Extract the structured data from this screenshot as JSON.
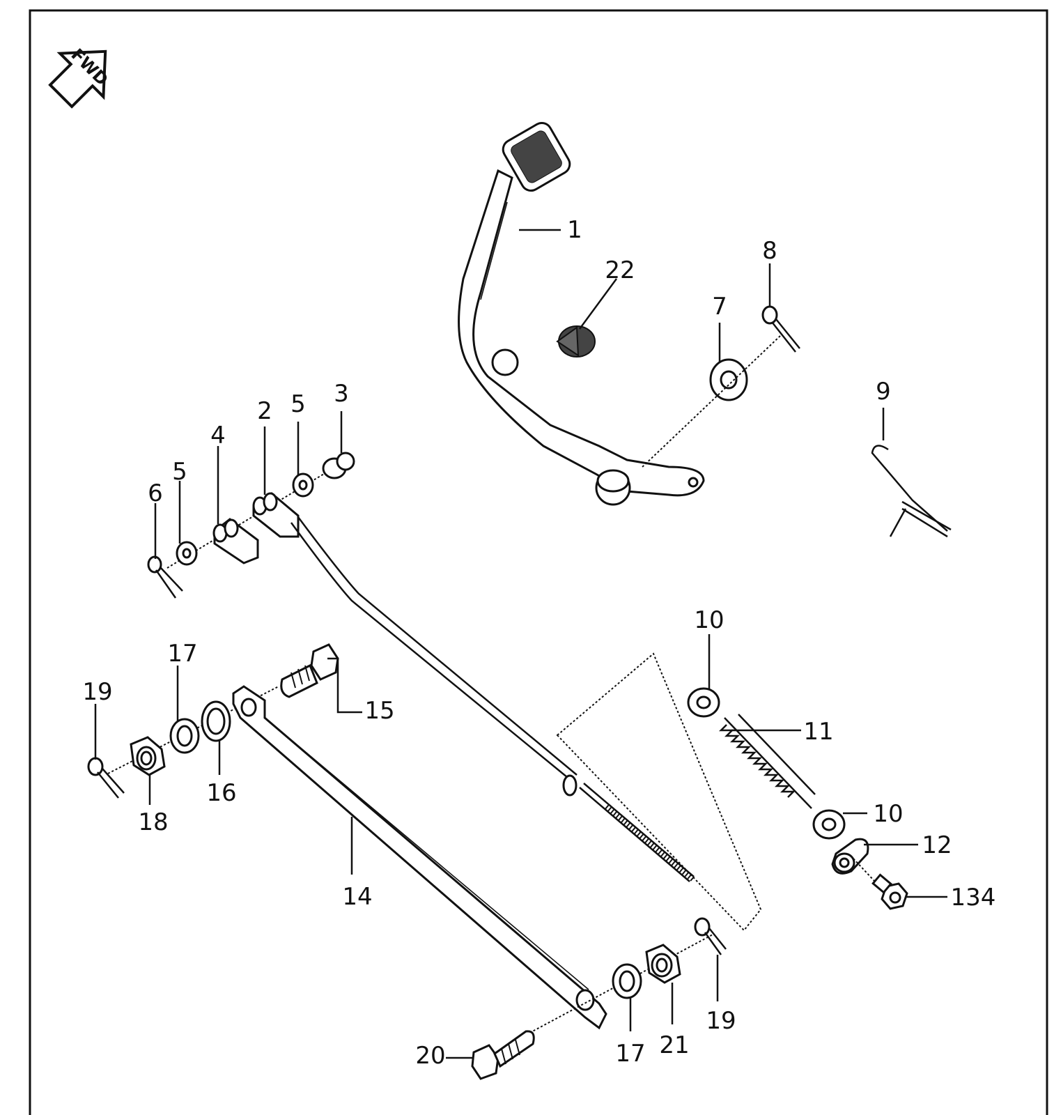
{
  "fwd_label": "FWD",
  "callouts": [
    {
      "id": "c1",
      "text": "1"
    },
    {
      "id": "c22",
      "text": "22"
    },
    {
      "id": "c8",
      "text": "8"
    },
    {
      "id": "c7",
      "text": "7"
    },
    {
      "id": "c9",
      "text": "9"
    },
    {
      "id": "c3",
      "text": "3"
    },
    {
      "id": "c5a",
      "text": "5"
    },
    {
      "id": "c2",
      "text": "2"
    },
    {
      "id": "c4",
      "text": "4"
    },
    {
      "id": "c5b",
      "text": "5"
    },
    {
      "id": "c6",
      "text": "6"
    },
    {
      "id": "c10a",
      "text": "10"
    },
    {
      "id": "c11",
      "text": "11"
    },
    {
      "id": "c10b",
      "text": "10"
    },
    {
      "id": "c12",
      "text": "12"
    },
    {
      "id": "c134",
      "text": "134"
    },
    {
      "id": "c17a",
      "text": "17"
    },
    {
      "id": "c19a",
      "text": "19"
    },
    {
      "id": "c15",
      "text": "15"
    },
    {
      "id": "c16",
      "text": "16"
    },
    {
      "id": "c18",
      "text": "18"
    },
    {
      "id": "c14",
      "text": "14"
    },
    {
      "id": "c20",
      "text": "20"
    },
    {
      "id": "c17b",
      "text": "17"
    },
    {
      "id": "c21",
      "text": "21"
    },
    {
      "id": "c19b",
      "text": "19"
    }
  ]
}
